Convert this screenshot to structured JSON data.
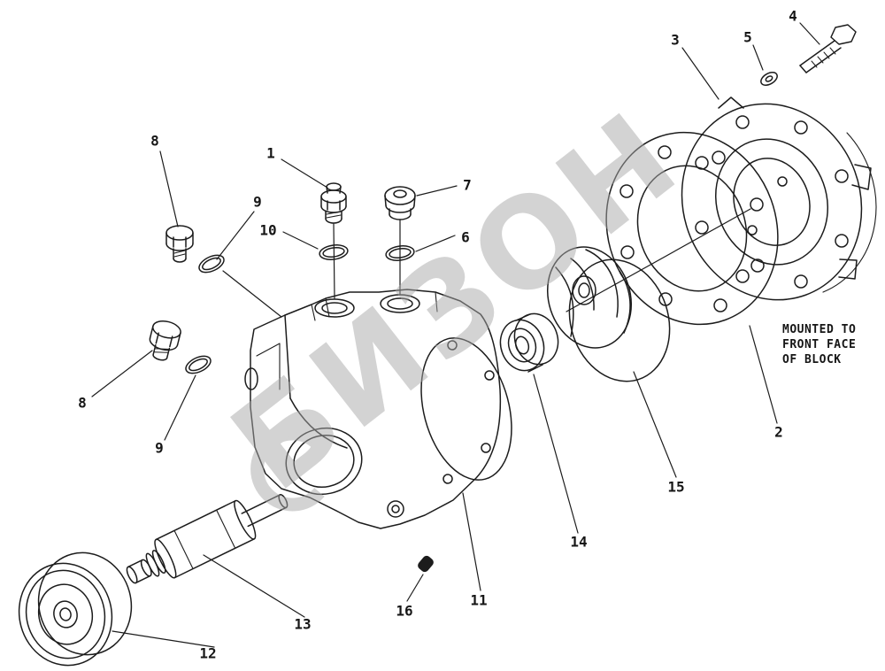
{
  "colors": {
    "background": "#ffffff",
    "line": "#1c1c1c",
    "watermark": "#a8a8a8"
  },
  "watermark": {
    "text": "БИЗОН"
  },
  "note": {
    "line1": "MOUNTED TO",
    "line2": "FRONT FACE",
    "line3": "OF BLOCK"
  },
  "callouts": [
    {
      "label": "1"
    },
    {
      "label": "2"
    },
    {
      "label": "3"
    },
    {
      "label": "4"
    },
    {
      "label": "5"
    },
    {
      "label": "6"
    },
    {
      "label": "7"
    },
    {
      "label": "8"
    },
    {
      "label": "8"
    },
    {
      "label": "9"
    },
    {
      "label": "9"
    },
    {
      "label": "10"
    },
    {
      "label": "11"
    },
    {
      "label": "12"
    },
    {
      "label": "13"
    },
    {
      "label": "14"
    },
    {
      "label": "15"
    },
    {
      "label": "16"
    }
  ]
}
